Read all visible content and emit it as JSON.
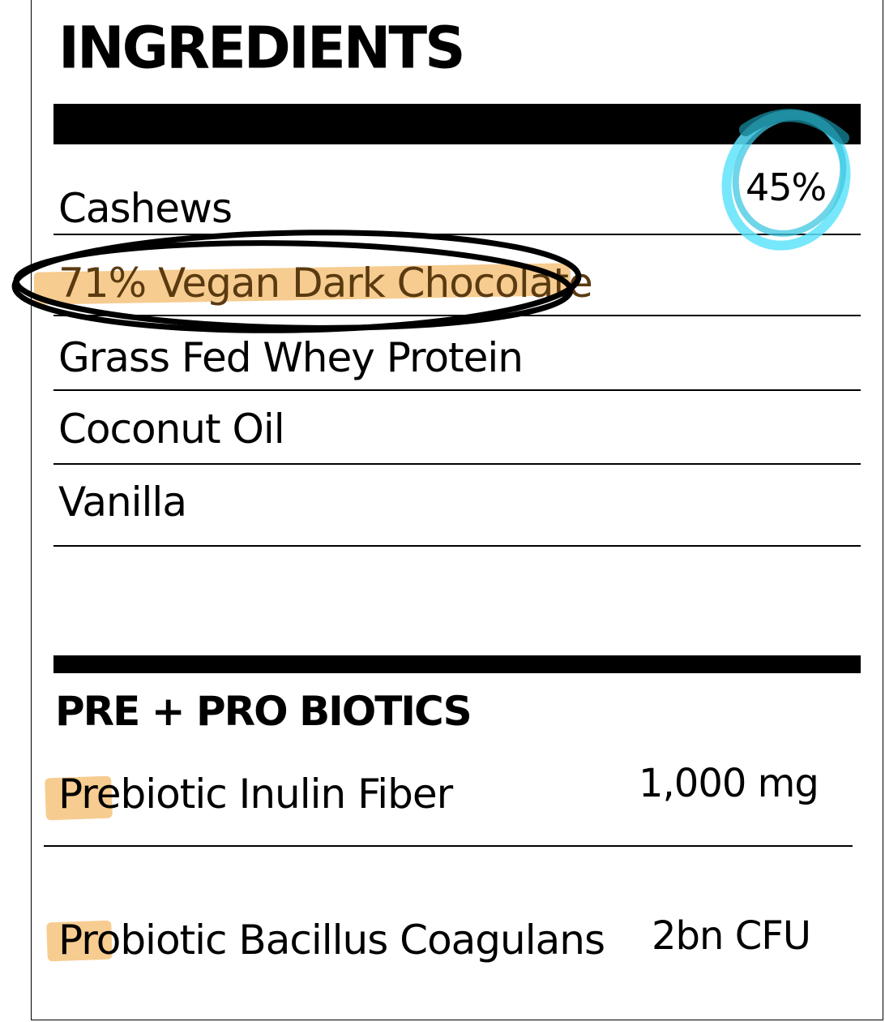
{
  "ingredients": {
    "title": "INGREDIENTS",
    "items": [
      {
        "name": "Cashews",
        "percent": "45%"
      },
      {
        "name": "71% Vegan Dark Chocolate"
      },
      {
        "name": "Grass Fed Whey Protein"
      },
      {
        "name": "Coconut Oil"
      },
      {
        "name": "Vanilla"
      }
    ]
  },
  "biotics": {
    "title": "PRE + PRO BIOTICS",
    "items": [
      {
        "name": "Prebiotic Inulin Fiber",
        "amount": "1,000 mg"
      },
      {
        "name": "Probiotic Bacillus Coagulans",
        "amount": "2bn CFU"
      }
    ]
  },
  "colors": {
    "highlighter": "#f0aa46",
    "percent_circle": "#38d9f5",
    "ink": "#000000"
  }
}
